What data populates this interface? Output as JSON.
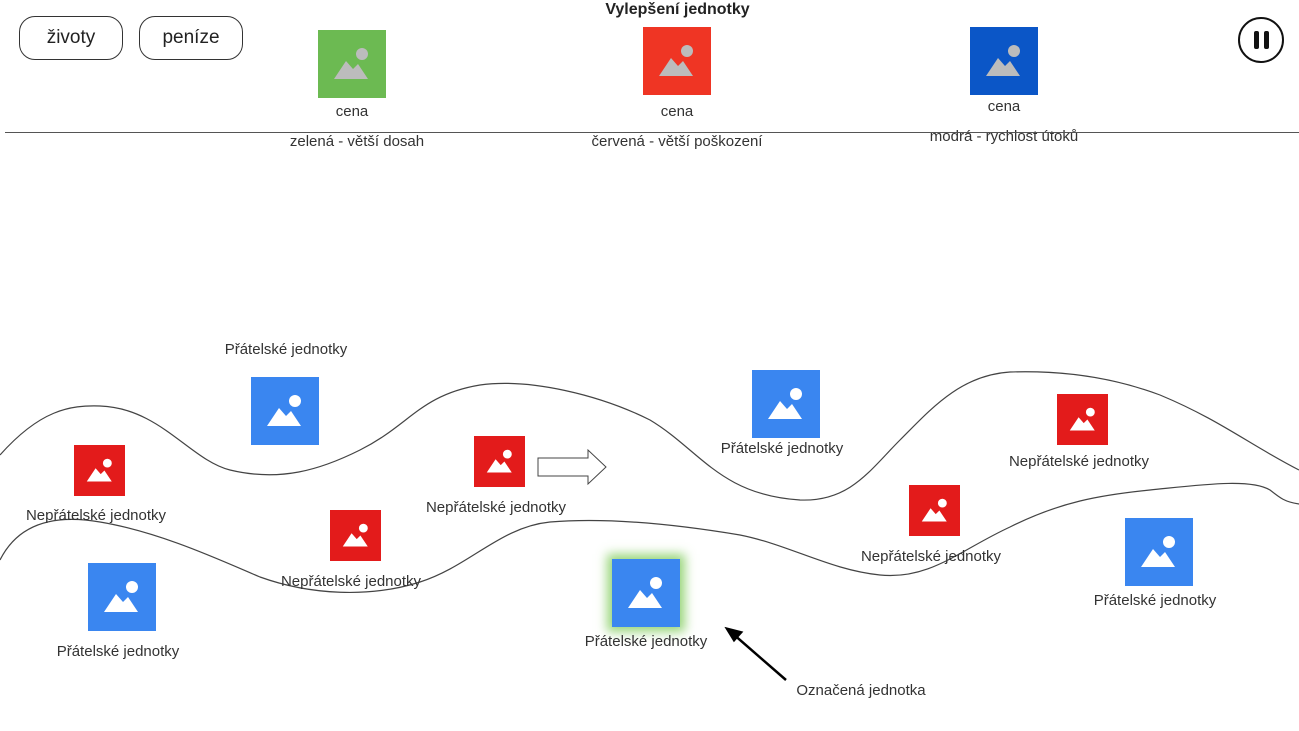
{
  "hud": {
    "lives_label": "životy",
    "money_label": "peníze"
  },
  "upgrades": {
    "title": "Vylepšení jednotky",
    "items": [
      {
        "color": "#6cba52",
        "price_label": "cena",
        "description": "zelená - větší dosah"
      },
      {
        "color": "#ef3524",
        "price_label": "cena",
        "description": "červená - větší poškození"
      },
      {
        "color": "#0b56c7",
        "price_label": "cena",
        "description": "modrá - rychlost útoků"
      }
    ]
  },
  "units": {
    "friendly_label": "Přátelské jednotky",
    "enemy_label": "Nepřátelské jednotky",
    "friendly_color": "#3a86f0",
    "enemy_color": "#e31b1b"
  },
  "annotation": {
    "selected_label": "Označená jednotka"
  },
  "icons": {
    "unit_icon": "image-placeholder-icon",
    "movement": "right-arrow-icon",
    "pause": "pause-icon"
  }
}
